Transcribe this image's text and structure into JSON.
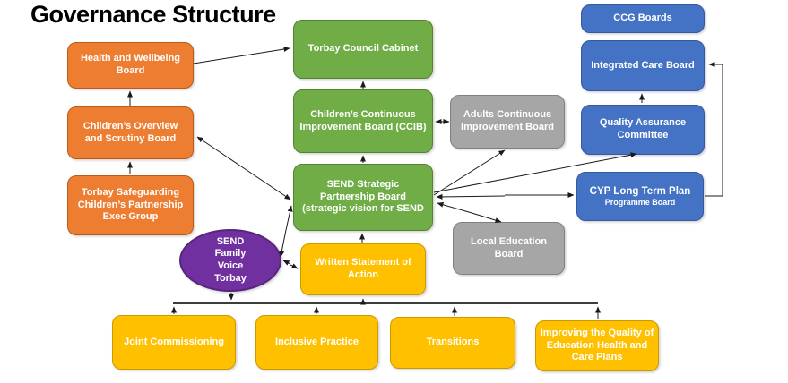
{
  "title": "Governance Structure",
  "colors": {
    "orange": {
      "fill": "#ED7D31",
      "border": "#BC5B15"
    },
    "green": {
      "fill": "#70AD47",
      "border": "#548235"
    },
    "gray": {
      "fill": "#A6A6A6",
      "border": "#808080"
    },
    "blue": {
      "fill": "#4472C4",
      "border": "#33599E"
    },
    "gold": {
      "fill": "#FFC000",
      "border": "#CC9900"
    },
    "purple": {
      "fill": "#7030A0",
      "border": "#58257E"
    },
    "text": "#FFFFFF",
    "line": "#1A1A1A",
    "title_text": "#000000"
  },
  "nodes": {
    "hwb": {
      "label": "Health and Wellbeing Board"
    },
    "cosb": {
      "label": "Children’s Overview and Scrutiny Board"
    },
    "tscpeg": {
      "label": "Torbay Safeguarding Children’s Partnership Exec Group"
    },
    "tcc": {
      "label": "Torbay Council Cabinet"
    },
    "ccib": {
      "label": "Children’s Continuous Improvement Board (CCIB)"
    },
    "spb": {
      "label": "SEND Strategic Partnership Board (strategic vision for SEND"
    },
    "acib": {
      "label": "Adults Continuous Improvement Board"
    },
    "leb": {
      "label": "Local Education Board"
    },
    "ccg": {
      "label": "CCG Boards"
    },
    "icb": {
      "label": "Integrated Care Board"
    },
    "qac": {
      "label": "Quality Assurance Committee"
    },
    "cyp": {
      "label": "CYP Long Term Plan",
      "sublabel": "Programme Board"
    },
    "wsa": {
      "label": "Written Statement of Action"
    },
    "sfv": {
      "lines": [
        "SEND",
        "Family",
        "Voice",
        "Torbay"
      ]
    },
    "jc": {
      "label": "Joint Commissioning"
    },
    "ip": {
      "label": "Inclusive Practice"
    },
    "tr": {
      "label": "Transitions"
    },
    "iq": {
      "label": "Improving the Quality of Education Health and Care Plans"
    }
  },
  "edges": [
    {
      "from": "children-overview-scrutiny-board",
      "to": "health-wellbeing-board",
      "bidirectional": false
    },
    {
      "from": "torbay-safeguarding-partnership-exec-group",
      "to": "children-overview-scrutiny-board",
      "bidirectional": false
    },
    {
      "from": "health-wellbeing-board",
      "to": "torbay-council-cabinet",
      "bidirectional": false
    },
    {
      "from": "childrens-continuous-improvement-board",
      "to": "torbay-council-cabinet",
      "bidirectional": false
    },
    {
      "from": "send-strategic-partnership-board",
      "to": "childrens-continuous-improvement-board",
      "bidirectional": false
    },
    {
      "from": "childrens-continuous-improvement-board",
      "to": "adults-continuous-improvement-board",
      "bidirectional": true
    },
    {
      "from": "send-strategic-partnership-board",
      "to": "children-overview-scrutiny-board",
      "bidirectional": true
    },
    {
      "from": "send-strategic-partnership-board",
      "to": "adults-continuous-improvement-board",
      "bidirectional": false
    },
    {
      "from": "send-strategic-partnership-board",
      "to": "quality-assurance-committee",
      "bidirectional": false
    },
    {
      "from": "send-strategic-partnership-board",
      "to": "cyp-long-term-plan",
      "bidirectional": true
    },
    {
      "from": "send-strategic-partnership-board",
      "to": "local-education-board",
      "bidirectional": true
    },
    {
      "from": "quality-assurance-committee",
      "to": "integrated-care-board",
      "bidirectional": false
    },
    {
      "from": "cyp-long-term-plan",
      "to": "integrated-care-board",
      "bidirectional": false
    },
    {
      "from": "written-statement-of-action",
      "to": "send-strategic-partnership-board",
      "bidirectional": false
    },
    {
      "from": "send-family-voice-torbay",
      "to": "written-statement-of-action",
      "bidirectional": true
    },
    {
      "from": "send-family-voice-torbay",
      "to": "send-strategic-partnership-board",
      "bidirectional": true
    },
    {
      "from": "send-family-voice-torbay",
      "to": "workstream-bus",
      "bidirectional": false
    },
    {
      "from": "workstream-bus",
      "to": "written-statement-of-action",
      "bidirectional": false
    },
    {
      "from": "joint-commissioning",
      "to": "workstream-bus",
      "bidirectional": false
    },
    {
      "from": "inclusive-practice",
      "to": "workstream-bus",
      "bidirectional": false
    },
    {
      "from": "transitions",
      "to": "workstream-bus",
      "bidirectional": false
    },
    {
      "from": "improving-quality-ehcp",
      "to": "workstream-bus",
      "bidirectional": false
    }
  ]
}
